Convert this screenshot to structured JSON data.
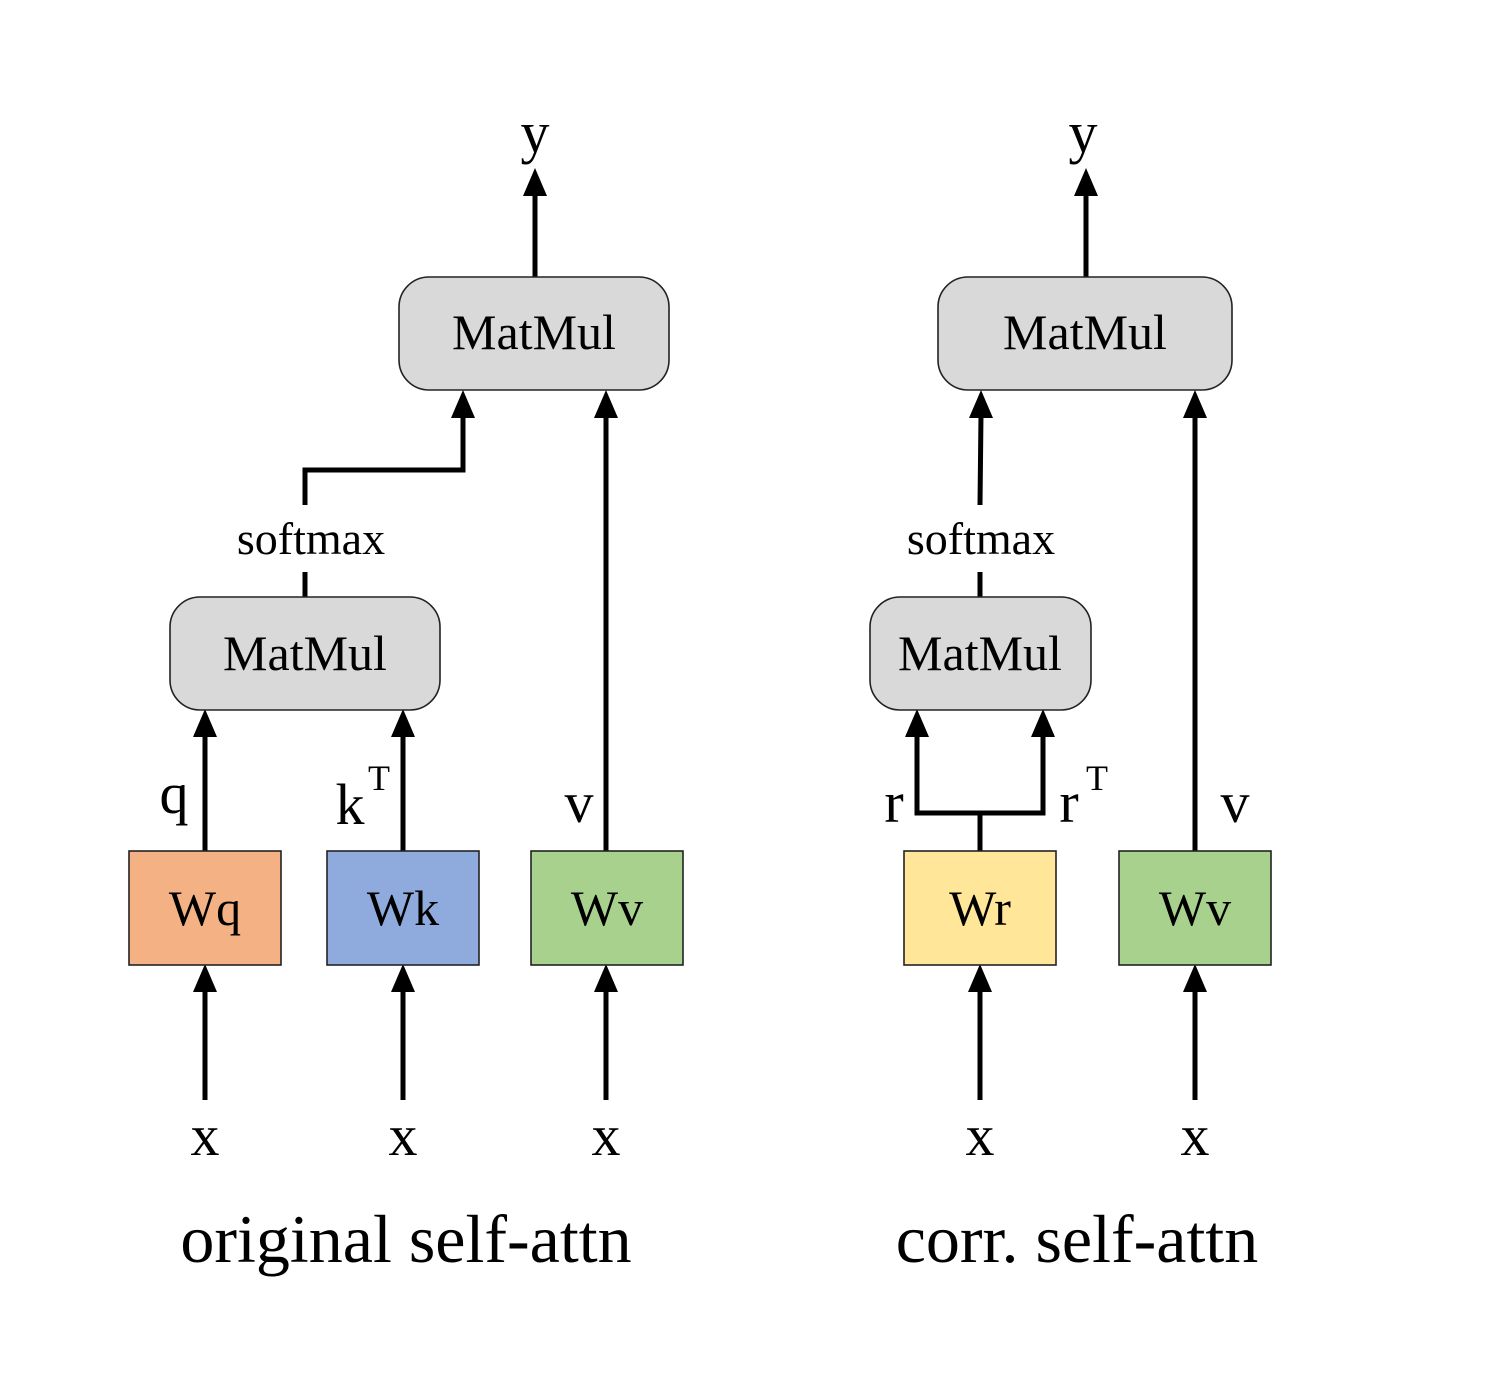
{
  "colors": {
    "wq": "#f4b183",
    "wk": "#8faadc",
    "wv": "#a9d18e",
    "wr": "#ffe699",
    "matmul": "#d9d9d9"
  },
  "left": {
    "caption": "original self-attn",
    "output": "y",
    "top_matmul": "MatMul",
    "bottom_matmul": "MatMul",
    "softmax": "softmax",
    "q_label": "q",
    "k_label": "k",
    "k_sup": "T",
    "v_label": "v",
    "wq": "Wq",
    "wk": "Wk",
    "wv": "Wv",
    "inputs": [
      "x",
      "x",
      "x"
    ]
  },
  "right": {
    "caption": "corr. self-attn",
    "output": "y",
    "top_matmul": "MatMul",
    "bottom_matmul": "MatMul",
    "softmax": "softmax",
    "r_label": "r",
    "rt_label": "r",
    "rt_sup": "T",
    "v_label": "v",
    "wr": "Wr",
    "wv": "Wv",
    "inputs": [
      "x",
      "x"
    ]
  }
}
